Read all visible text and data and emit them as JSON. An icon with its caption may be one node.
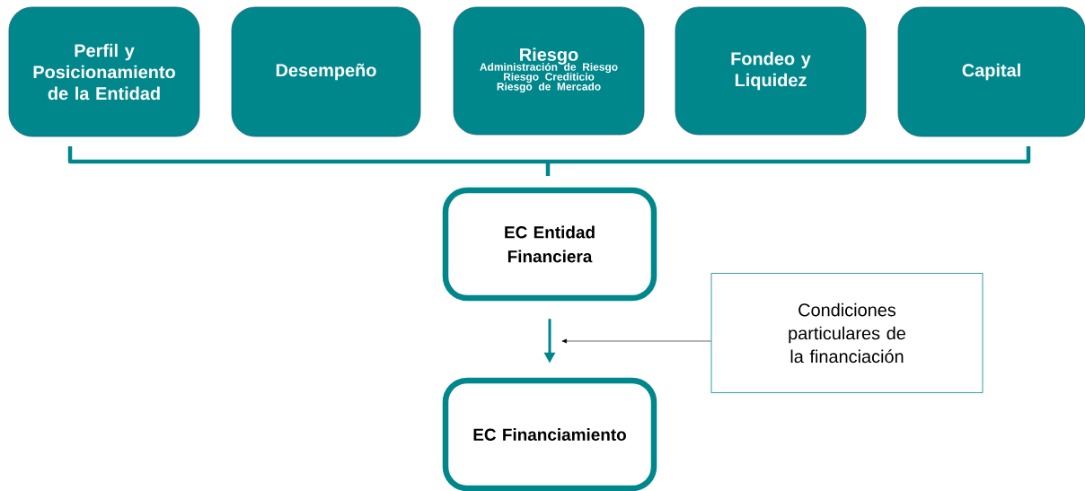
{
  "diagram": {
    "nodes": [
      {
        "text": [
          "Perfil y Posicionamiento de la Entidad"
        ]
      },
      {
        "text": [
          "Desempeño"
        ]
      },
      {
        "text": [
          "Riesgo",
          "Administración de Riesgo",
          "Riesgo Crediticio",
          "Riesgo de Mercado"
        ]
      },
      {
        "text": [
          "Fondeo y Liquidez"
        ]
      },
      {
        "text": [
          "Capital"
        ]
      },
      {
        "text": [
          "EC Entidad Financiera"
        ]
      },
      {
        "text": [
          "Condiciones particulares de la financiación"
        ]
      },
      {
        "text": [
          "EC Financiamiento"
        ]
      }
    ],
    "edges": [
      {
        "from": 5,
        "to": 7,
        "arrow": "to",
        "style": "thick",
        "color": "#00878c"
      },
      {
        "from": 6,
        "to": null,
        "arrow": "to",
        "color": "#000000"
      }
    ]
  }
}
